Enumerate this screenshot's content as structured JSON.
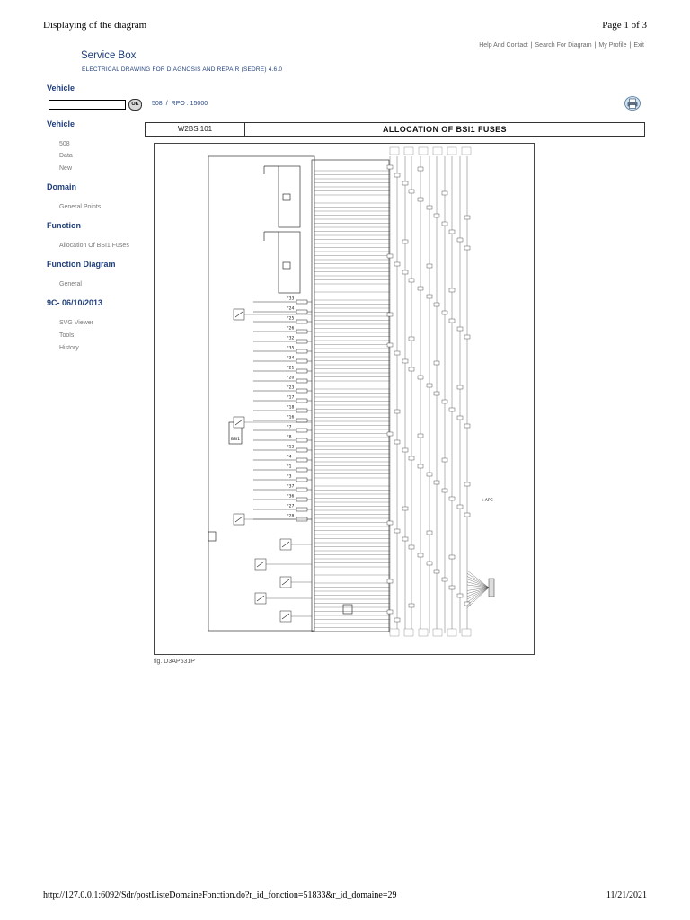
{
  "print_header": {
    "left": "Displaying of the diagram",
    "right": "Page 1 of 3"
  },
  "print_footer": {
    "url": "http://127.0.0.1:6092/Sdr/postListeDomaineFonction.do?r_id_fonction=51833&r_id_domaine=29",
    "date": "11/21/2021"
  },
  "app": {
    "brand": "Service Box",
    "subtitle": "ELECTRICAL DRAWING FOR DIAGNOSIS AND REPAIR (SEDRE) 4.6.0"
  },
  "top_links": [
    "Help And Contact",
    "Search For Diagram",
    "My Profile",
    "Exit"
  ],
  "vehicle_label": "Vehicle",
  "search": {
    "value": "",
    "ok_label": "OK"
  },
  "breadcrumb": {
    "model": "508",
    "rpo": "RPO : 15000"
  },
  "sidebar": {
    "sections": [
      {
        "heading": "Vehicle",
        "items": [
          "508",
          "Data",
          "New"
        ]
      },
      {
        "heading": "Domain",
        "items": [
          "General Points"
        ]
      },
      {
        "heading": "Function",
        "items": [
          "Allocation Of BSI1 Fuses"
        ]
      },
      {
        "heading": "Function Diagram",
        "items": [
          "General"
        ]
      },
      {
        "heading": "9C- 06/10/2013",
        "items": [
          "SVG Viewer",
          "Tools",
          "History"
        ]
      }
    ]
  },
  "diagram": {
    "code": "W2BSI101",
    "title": "ALLOCATION OF BSI1 FUSES",
    "caption": "fig. D3AP531P",
    "component_label": "BSI1",
    "apc_label": "+APC",
    "fuse_labels": [
      "F33",
      "F24",
      "F25",
      "F26",
      "F32",
      "F35",
      "F34",
      "F21",
      "F20",
      "F23",
      "F17",
      "F18",
      "F16",
      "F7",
      "F8",
      "F12",
      "F4",
      "F1",
      "F3",
      "F37",
      "F36",
      "F27",
      "F28"
    ]
  }
}
